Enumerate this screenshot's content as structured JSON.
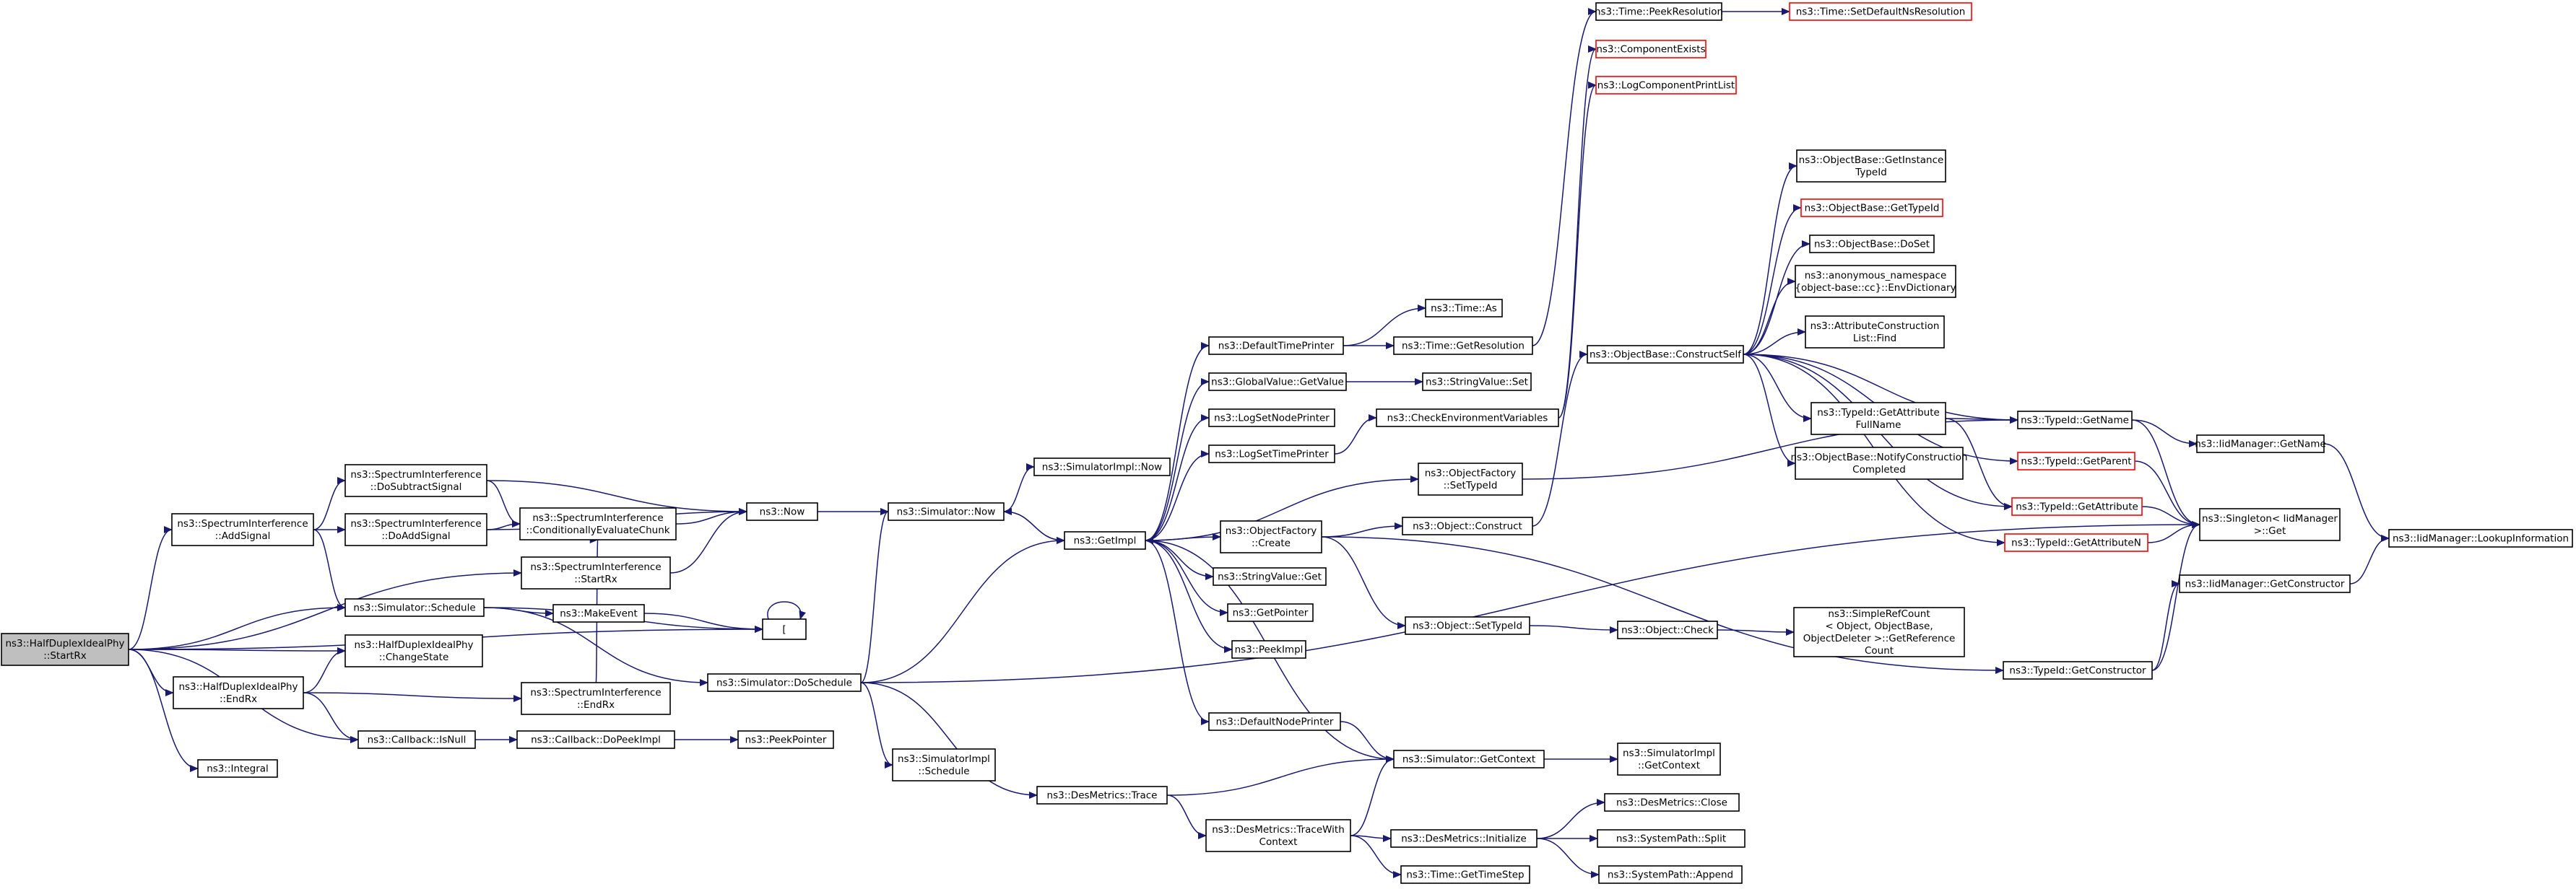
{
  "colors": {
    "node_border": "#000000",
    "missing_border": "#ff0000",
    "highlight_fill": "#bfbfbf",
    "node_fill": "#ffffff",
    "edge": "#191970"
  },
  "nodes": [
    {
      "id": "startrx",
      "lines": [
        "ns3::HalfDuplexIdealPhy",
        "::StartRx"
      ],
      "style": "highlight"
    },
    {
      "id": "addsignal",
      "lines": [
        "ns3::SpectrumInterference",
        "::AddSignal"
      ]
    },
    {
      "id": "schedule",
      "lines": [
        "ns3::Simulator::Schedule"
      ]
    },
    {
      "id": "changestate",
      "lines": [
        "ns3::HalfDuplexIdealPhy",
        "::ChangeState"
      ]
    },
    {
      "id": "endrx",
      "lines": [
        "ns3::HalfDuplexIdealPhy",
        "::EndRx"
      ]
    },
    {
      "id": "isnull",
      "lines": [
        "ns3::Callback::IsNull"
      ]
    },
    {
      "id": "integral",
      "lines": [
        "ns3::Integral"
      ]
    },
    {
      "id": "dosubtract",
      "lines": [
        "ns3::SpectrumInterference",
        "::DoSubtractSignal"
      ]
    },
    {
      "id": "doadd",
      "lines": [
        "ns3::SpectrumInterference",
        "::DoAddSignal"
      ]
    },
    {
      "id": "condeval",
      "lines": [
        "ns3::SpectrumInterference",
        "::ConditionallyEvaluateChunk"
      ]
    },
    {
      "id": "sistartrx",
      "lines": [
        "ns3::SpectrumInterference",
        "::StartRx"
      ]
    },
    {
      "id": "makeevent",
      "lines": [
        "ns3::MakeEvent"
      ]
    },
    {
      "id": "sendrx",
      "lines": [
        "ns3::SpectrumInterference",
        "::EndRx"
      ]
    },
    {
      "id": "dopeekimpl",
      "lines": [
        "ns3::Callback::DoPeekImpl"
      ]
    },
    {
      "id": "now",
      "lines": [
        "ns3::Now"
      ]
    },
    {
      "id": "bracket",
      "lines": [
        "["
      ]
    },
    {
      "id": "doschedule",
      "lines": [
        "ns3::Simulator::DoSchedule"
      ]
    },
    {
      "id": "peekpointer",
      "lines": [
        "ns3::PeekPointer"
      ]
    },
    {
      "id": "simnow",
      "lines": [
        "ns3::Simulator::Now"
      ]
    },
    {
      "id": "simimplnow",
      "lines": [
        "ns3::SimulatorImpl::Now"
      ]
    },
    {
      "id": "getimpl",
      "lines": [
        "ns3::GetImpl"
      ]
    },
    {
      "id": "simimplschedule",
      "lines": [
        "ns3::SimulatorImpl",
        "::Schedule"
      ]
    },
    {
      "id": "desmtrace",
      "lines": [
        "ns3::DesMetrics::Trace"
      ]
    },
    {
      "id": "defaulttimeprinter",
      "lines": [
        "ns3::DefaultTimePrinter"
      ]
    },
    {
      "id": "gvgetvalue",
      "lines": [
        "ns3::GlobalValue::GetValue"
      ]
    },
    {
      "id": "logsetnodeprinter",
      "lines": [
        "ns3::LogSetNodePrinter"
      ]
    },
    {
      "id": "logsettimeprinter",
      "lines": [
        "ns3::LogSetTimePrinter"
      ]
    },
    {
      "id": "ofcreate",
      "lines": [
        "ns3::ObjectFactory",
        "::Create"
      ]
    },
    {
      "id": "svget",
      "lines": [
        "ns3::StringValue::Get"
      ]
    },
    {
      "id": "getpointer",
      "lines": [
        "ns3::GetPointer"
      ]
    },
    {
      "id": "peekimpl",
      "lines": [
        "ns3::PeekImpl"
      ]
    },
    {
      "id": "defaultnodeprinter",
      "lines": [
        "ns3::DefaultNodePrinter"
      ]
    },
    {
      "id": "tracewithcontext",
      "lines": [
        "ns3::DesMetrics::TraceWith",
        "Context"
      ]
    },
    {
      "id": "timeas",
      "lines": [
        "ns3::Time::As"
      ]
    },
    {
      "id": "timegetres",
      "lines": [
        "ns3::Time::GetResolution"
      ]
    },
    {
      "id": "svset",
      "lines": [
        "ns3::StringValue::Set"
      ]
    },
    {
      "id": "checkenv",
      "lines": [
        "ns3::CheckEnvironmentVariables"
      ]
    },
    {
      "id": "ofsettypeid",
      "lines": [
        "ns3::ObjectFactory",
        "::SetTypeId"
      ]
    },
    {
      "id": "objconstruct",
      "lines": [
        "ns3::Object::Construct"
      ]
    },
    {
      "id": "objsettypeid",
      "lines": [
        "ns3::Object::SetTypeId"
      ]
    },
    {
      "id": "simgetcontext",
      "lines": [
        "ns3::Simulator::GetContext"
      ]
    },
    {
      "id": "desminit",
      "lines": [
        "ns3::DesMetrics::Initialize"
      ]
    },
    {
      "id": "timegettimestep",
      "lines": [
        "ns3::Time::GetTimeStep"
      ]
    },
    {
      "id": "peekres",
      "lines": [
        "ns3::Time::PeekResolution"
      ]
    },
    {
      "id": "compexists",
      "lines": [
        "ns3::ComponentExists"
      ],
      "style": "missing"
    },
    {
      "id": "logcompprint",
      "lines": [
        "ns3::LogComponentPrintList"
      ],
      "style": "missing"
    },
    {
      "id": "constructself",
      "lines": [
        "ns3::ObjectBase::ConstructSelf"
      ]
    },
    {
      "id": "objcheck",
      "lines": [
        "ns3::Object::Check"
      ]
    },
    {
      "id": "simimplgetcontext",
      "lines": [
        "ns3::SimulatorImpl",
        "::GetContext"
      ]
    },
    {
      "id": "desmclose",
      "lines": [
        "ns3::DesMetrics::Close"
      ]
    },
    {
      "id": "splitpath",
      "lines": [
        "ns3::SystemPath::Split"
      ]
    },
    {
      "id": "appendpath",
      "lines": [
        "ns3::SystemPath::Append"
      ]
    },
    {
      "id": "setdefaultns",
      "lines": [
        "ns3::Time::SetDefaultNsResolution"
      ],
      "style": "missing"
    },
    {
      "id": "getinstancetypeid",
      "lines": [
        "ns3::ObjectBase::GetInstance",
        "TypeId"
      ]
    },
    {
      "id": "obgettypeid",
      "lines": [
        "ns3::ObjectBase::GetTypeId"
      ],
      "style": "missing"
    },
    {
      "id": "obdoset",
      "lines": [
        "ns3::ObjectBase::DoSet"
      ]
    },
    {
      "id": "envdict",
      "lines": [
        "ns3::anonymous_namespace",
        "{object-base::cc}::EnvDictionary"
      ]
    },
    {
      "id": "attrfind",
      "lines": [
        "ns3::AttributeConstruction",
        "List::Find"
      ]
    },
    {
      "id": "getattrfullname",
      "lines": [
        "ns3::TypeId::GetAttribute",
        "FullName"
      ]
    },
    {
      "id": "notifyconstruction",
      "lines": [
        "ns3::ObjectBase::NotifyConstruction",
        "Completed"
      ]
    },
    {
      "id": "simplerefcount",
      "lines": [
        "ns3::SimpleRefCount",
        "< Object, ObjectBase,",
        "ObjectDeleter >::GetReference",
        "Count"
      ]
    },
    {
      "id": "tigetname",
      "lines": [
        "ns3::TypeId::GetName"
      ]
    },
    {
      "id": "tigetparent",
      "lines": [
        "ns3::TypeId::GetParent"
      ],
      "style": "missing"
    },
    {
      "id": "tigetattr",
      "lines": [
        "ns3::TypeId::GetAttribute"
      ],
      "style": "missing"
    },
    {
      "id": "tigetattrn",
      "lines": [
        "ns3::TypeId::GetAttributeN"
      ],
      "style": "missing"
    },
    {
      "id": "tigetconstructor",
      "lines": [
        "ns3::TypeId::GetConstructor"
      ]
    },
    {
      "id": "iidgetname",
      "lines": [
        "ns3::IidManager::GetName"
      ]
    },
    {
      "id": "singletonget",
      "lines": [
        "ns3::Singleton< IidManager",
        " >::Get"
      ]
    },
    {
      "id": "iidgetconstructor",
      "lines": [
        "ns3::IidManager::GetConstructor"
      ]
    },
    {
      "id": "lookupinfo",
      "lines": [
        "ns3::IidManager::LookupInformation"
      ]
    }
  ],
  "edges": [
    [
      "startrx",
      "addsignal"
    ],
    [
      "startrx",
      "schedule"
    ],
    [
      "startrx",
      "changestate"
    ],
    [
      "startrx",
      "endrx"
    ],
    [
      "startrx",
      "isnull"
    ],
    [
      "startrx",
      "integral"
    ],
    [
      "startrx",
      "sistartrx"
    ],
    [
      "startrx",
      "bracket"
    ],
    [
      "addsignal",
      "dosubtract"
    ],
    [
      "addsignal",
      "doadd"
    ],
    [
      "addsignal",
      "schedule"
    ],
    [
      "dosubtract",
      "now"
    ],
    [
      "dosubtract",
      "condeval"
    ],
    [
      "doadd",
      "now"
    ],
    [
      "doadd",
      "condeval"
    ],
    [
      "condeval",
      "now"
    ],
    [
      "sistartrx",
      "now"
    ],
    [
      "schedule",
      "makeevent"
    ],
    [
      "schedule",
      "doschedule"
    ],
    [
      "schedule",
      "bracket"
    ],
    [
      "makeevent",
      "bracket"
    ],
    [
      "bracket",
      "bracket"
    ],
    [
      "endrx",
      "changestate"
    ],
    [
      "endrx",
      "sendrx"
    ],
    [
      "endrx",
      "isnull"
    ],
    [
      "sendrx",
      "condeval"
    ],
    [
      "isnull",
      "dopeekimpl"
    ],
    [
      "dopeekimpl",
      "peekpointer"
    ],
    [
      "now",
      "simnow"
    ],
    [
      "simnow",
      "simimplnow"
    ],
    [
      "simnow",
      "getimpl"
    ],
    [
      "doschedule",
      "simnow"
    ],
    [
      "doschedule",
      "getimpl"
    ],
    [
      "doschedule",
      "simimplschedule"
    ],
    [
      "doschedule",
      "desmtrace"
    ],
    [
      "doschedule",
      "singletonget"
    ],
    [
      "getimpl",
      "defaulttimeprinter"
    ],
    [
      "getimpl",
      "gvgetvalue"
    ],
    [
      "getimpl",
      "logsetnodeprinter"
    ],
    [
      "getimpl",
      "logsettimeprinter"
    ],
    [
      "getimpl",
      "ofsettypeid"
    ],
    [
      "getimpl",
      "ofcreate"
    ],
    [
      "getimpl",
      "svget"
    ],
    [
      "getimpl",
      "getpointer"
    ],
    [
      "getimpl",
      "peekimpl"
    ],
    [
      "getimpl",
      "defaultnodeprinter"
    ],
    [
      "getimpl",
      "simnow"
    ],
    [
      "defaulttimeprinter",
      "timeas"
    ],
    [
      "defaulttimeprinter",
      "timegetres"
    ],
    [
      "timegetres",
      "peekres"
    ],
    [
      "peekres",
      "setdefaultns"
    ],
    [
      "gvgetvalue",
      "svset"
    ],
    [
      "logsettimeprinter",
      "checkenv"
    ],
    [
      "checkenv",
      "compexists"
    ],
    [
      "checkenv",
      "logcompprint"
    ],
    [
      "ofsettypeid",
      "tigetname"
    ],
    [
      "ofcreate",
      "objconstruct"
    ],
    [
      "ofcreate",
      "objsettypeid"
    ],
    [
      "ofcreate",
      "tigetconstructor"
    ],
    [
      "objconstruct",
      "constructself"
    ],
    [
      "objsettypeid",
      "objcheck"
    ],
    [
      "objcheck",
      "simplerefcount"
    ],
    [
      "defaultnodeprinter",
      "simgetcontext"
    ],
    [
      "desmtrace",
      "simgetcontext"
    ],
    [
      "desmtrace",
      "tracewithcontext"
    ],
    [
      "tracewithcontext",
      "simgetcontext"
    ],
    [
      "tracewithcontext",
      "desminit"
    ],
    [
      "tracewithcontext",
      "timegettimestep"
    ],
    [
      "simgetcontext",
      "simimplgetcontext"
    ],
    [
      "simgetcontext",
      "getimpl"
    ],
    [
      "desminit",
      "desmclose"
    ],
    [
      "desminit",
      "splitpath"
    ],
    [
      "desminit",
      "appendpath"
    ],
    [
      "constructself",
      "getinstancetypeid"
    ],
    [
      "constructself",
      "obgettypeid"
    ],
    [
      "constructself",
      "obdoset"
    ],
    [
      "constructself",
      "envdict"
    ],
    [
      "constructself",
      "attrfind"
    ],
    [
      "constructself",
      "getattrfullname"
    ],
    [
      "constructself",
      "notifyconstruction"
    ],
    [
      "constructself",
      "tigetname"
    ],
    [
      "constructself",
      "tigetparent"
    ],
    [
      "constructself",
      "tigetattr"
    ],
    [
      "constructself",
      "tigetattrn"
    ],
    [
      "getattrfullname",
      "tigetname"
    ],
    [
      "getattrfullname",
      "tigetattr"
    ],
    [
      "tigetname",
      "iidgetname"
    ],
    [
      "tigetname",
      "singletonget"
    ],
    [
      "iidgetname",
      "lookupinfo"
    ],
    [
      "tigetparent",
      "singletonget"
    ],
    [
      "tigetattr",
      "singletonget"
    ],
    [
      "tigetattrn",
      "singletonget"
    ],
    [
      "tigetconstructor",
      "iidgetconstructor"
    ],
    [
      "tigetconstructor",
      "singletonget"
    ],
    [
      "iidgetconstructor",
      "lookupinfo"
    ]
  ]
}
